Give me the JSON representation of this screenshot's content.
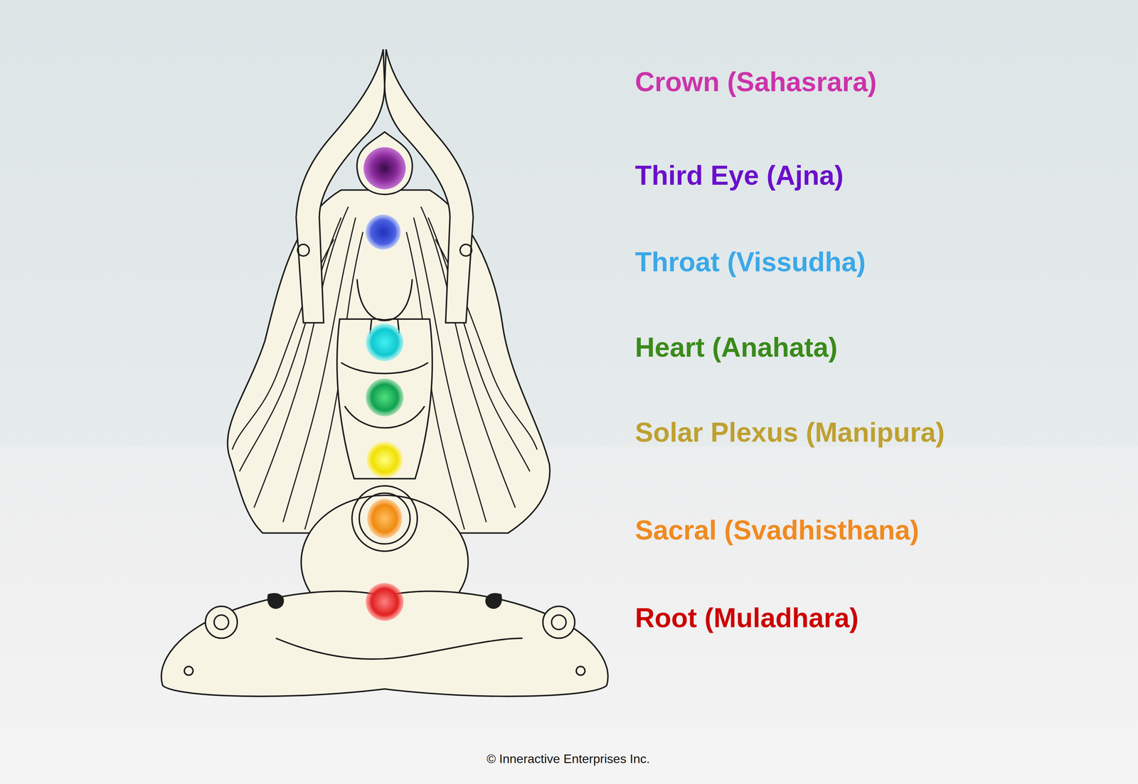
{
  "diagram": {
    "labels": [
      "Crown (Sahasrara)",
      "Third Eye (Ajna)",
      "Throat (Vissudha)",
      "Heart (Anahata)",
      "Solar Plexus (Manipura)",
      "Sacral (Svadhisthana)",
      "Root (Muladhara)",
      "© Inneractive Enterprises Inc."
    ]
  }
}
